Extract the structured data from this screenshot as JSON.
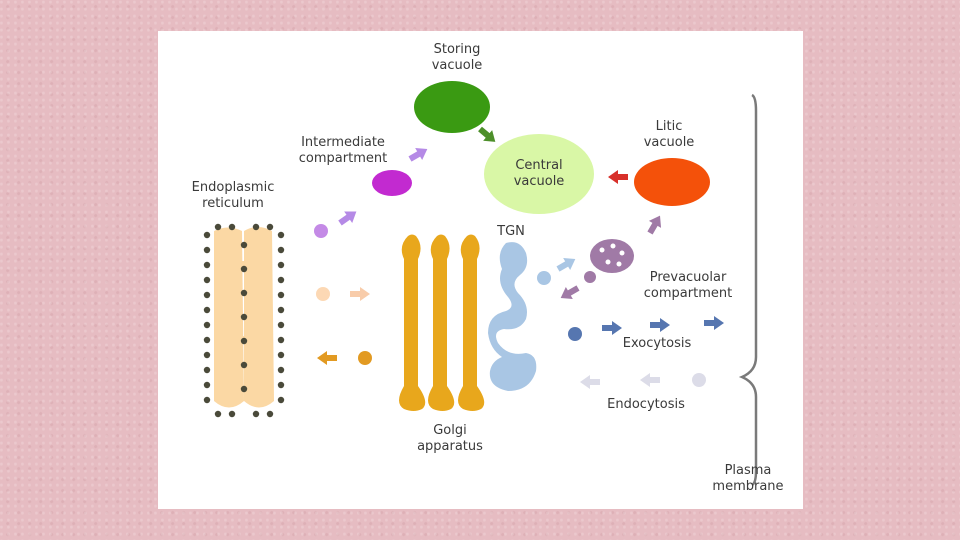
{
  "labels": {
    "storing_vacuole": "Storing\nvacuole",
    "intermediate_compartment": "Intermediate\ncompartment",
    "central_vacuole": "Central\nvacuole",
    "litic_vacuole": "Litic\nvacuole",
    "endoplasmic_reticulum": "Endoplasmic\nreticulum",
    "tgn": "TGN",
    "prevacuolar_compartment": "Prevacuolar\ncompartment",
    "exocytosis": "Exocytosis",
    "endocytosis": "Endocytosis",
    "golgi_apparatus": "Golgi\napparatus",
    "plasma_membrane": "Plasma\nmembrane"
  },
  "colors": {
    "storing_vacuole": "#3a9a12",
    "intermediate_compartment": "#c22ad0",
    "central_vacuole": "#d9f7a6",
    "litic_vacuole": "#f4510a",
    "er": "#fbd8a4",
    "ribosome": "#4a4a3a",
    "golgi": "#e8a71c",
    "tgn": "#a9c6e4",
    "prevacuolar": "#a07aa6",
    "exocytosis": "#5676b0",
    "endocytosis": "#dcdce8",
    "arrow_purple": "#b58ae6",
    "arrow_green": "#4d8f2a",
    "arrow_red": "#d8302a",
    "arrow_peach": "#f8ccaa",
    "arrow_orange": "#e29a22",
    "arrow_lightblue": "#a9c6e4",
    "membrane": "#7a7a7a"
  }
}
